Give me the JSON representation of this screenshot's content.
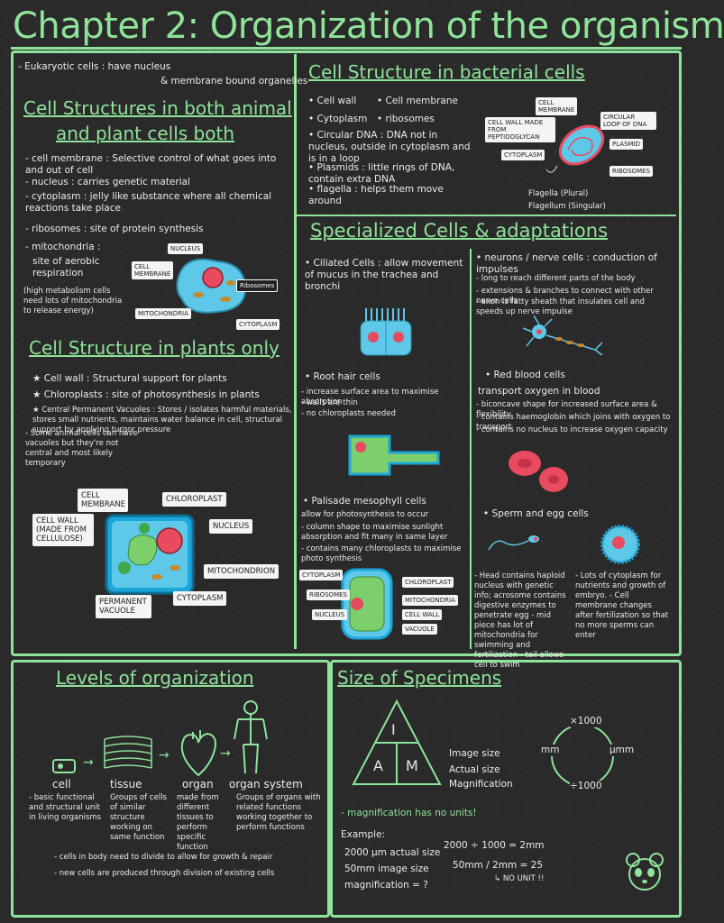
{
  "title": "Chapter 2: Organization of the organism",
  "left": {
    "eukaryotic": "- Eukaryotic cells : have nucleus",
    "eukaryotic2": "& membrane bound organelles",
    "heading": [
      "Cell Structures in both animal",
      "and plant cells both"
    ],
    "items": [
      "- cell membrane : Selective control of what goes into and out of cell",
      "- nucleus : carries genetic material",
      "- cytoplasm : jelly like substance where all chemical reactions take place",
      "- ribosomes : site of protein synthesis",
      "- mitochondria :",
      "site of aerobic respiration",
      "(high metabolism cells need lots of mitochondria to release energy)"
    ],
    "animal_labels": [
      "NUCLEUS",
      "CELL MEMBRANE",
      "Ribosomes",
      "MITOCHONDRIA",
      "CYTOPLASM"
    ],
    "plants_heading": "Cell Structure in plants only",
    "plants_items": [
      "★ Cell wall : Structural support for plants",
      "★ Chloroplasts : site of photosynthesis in plants",
      "★ Central Permanent Vacuoles : Stores / isolates harmful materials, stores small nutrients, maintains water balance in cell, structural support by applying turgor pressure",
      "- Some animal cells can have vacuoles but they're not central and most likely temporary"
    ],
    "plant_labels": [
      "CELL MEMBRANE",
      "CHLOROPLAST",
      "CELL WALL (MADE FROM CELLULOSE)",
      "NUCLEUS",
      "MITOCHONDRION",
      "PERMANENT VACUOLE",
      "CYTOPLASM"
    ]
  },
  "bacteria": {
    "heading": "Cell Structure in bacterial cells",
    "items": [
      "• Cell wall",
      "• Cell membrane",
      "• Cytoplasm",
      "• ribosomes",
      "• Circular DNA : DNA not in nucleus, outside in cytoplasm and is in a loop",
      "• Plasmids : little rings of DNA, contain extra DNA",
      "• flagella : helps them move around"
    ],
    "labels": [
      "CELL MEMBRANE",
      "CELL WALL MADE FROM PEPTIDOGLYCAN",
      "CIRCULAR LOOP OF DNA",
      "CYTOPLASM",
      "PLASMID",
      "RIBOSOMES"
    ],
    "flagella": "Flagella (Plural)",
    "flagellum": "Flagellum (Singular)"
  },
  "specialized": {
    "heading": "Specialized Cells & adaptations",
    "ciliated": "• Ciliated Cells : allow movement of mucus in the trachea and bronchi",
    "root": [
      "• Root hair cells",
      "- increase surface area to maximise absorption",
      "- walls are thin",
      "- no chloroplasts needed"
    ],
    "palisade": [
      "• Palisade mesophyll cells",
      "allow for photosynthesis to occur",
      "- column shape to maximise sunlight absorption and fit many in same layer",
      "- contains many chloroplasts to maximise photo synthesis"
    ],
    "palisade_labels": [
      "CYTOPLASM",
      "CHLOROPLAST",
      "RIBOSOMES",
      "MITOCHONDRIA",
      "NUCLEUS",
      "CELL WALL",
      "VACUOLE"
    ],
    "neurons": [
      "• neurons / nerve cells : conduction of impulses",
      "- long to reach different parts of the body",
      "- extensions & branches to connect with other nerve cells",
      "- axon is fatty sheath that insulates cell and speeds up nerve impulse"
    ],
    "rbc": [
      "• Red blood cells",
      "transport oxygen in blood",
      "- biconcave shape for increased surface area & flexibility",
      "- contains haemoglobin which joins with oxygen to transport",
      "- contains no nucleus to increase oxygen capacity"
    ],
    "sperm": "• Sperm and egg cells",
    "sperm_text": "- Head contains haploid nucleus with genetic info; acrosome contains digestive enzymes to penetrate egg - mid piece has lot of mitochondria for swimming and fertilization - tail allows cell to swim",
    "egg_text": "- Lots of cytoplasm for nutrients and growth of embryo. - Cell membrane changes after fertilization so that no more sperms can enter"
  },
  "levels": {
    "heading": "Levels of organization",
    "names": [
      "cell",
      "tissue",
      "organ",
      "organ system"
    ],
    "descs": [
      "- basic functional and structural unit in living organisms",
      "Groups of cells of similar structure working on same function",
      "made from different tissues to perform specific function",
      "Groups of organs with related functions working together to perform functions"
    ],
    "notes": [
      "- cells in body need to divide to allow for growth & repair",
      "- new cells are produced through division of existing cells"
    ]
  },
  "size": {
    "heading": "Size of Specimens",
    "triangle": [
      "I",
      "A",
      "M"
    ],
    "legend": [
      "Image size",
      "Actual size",
      "Magnification"
    ],
    "conv": [
      "×1000",
      "mm",
      "μmm",
      "÷1000"
    ],
    "note": "- magnification has no units!",
    "example": "Example:",
    "ex_lines": [
      "2000 μm actual size",
      "50mm image size",
      "magnification = ?"
    ],
    "calc": [
      "2000 ÷ 1000 = 2mm",
      "50mm / 2mm = 25",
      "↳ NO UNIT !!"
    ]
  }
}
